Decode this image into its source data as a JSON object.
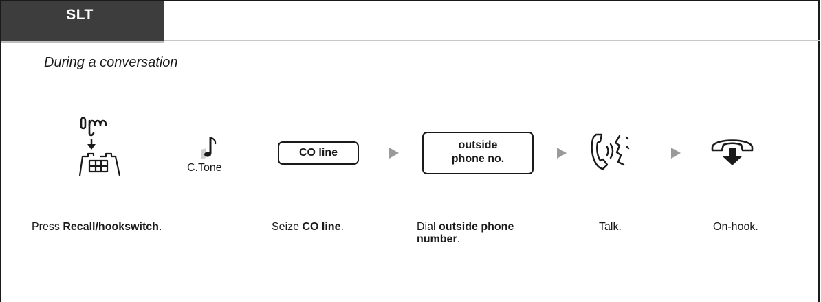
{
  "header": {
    "tab_label": "SLT",
    "context": "During a conversation"
  },
  "icons": {
    "recall": "recall-hookswitch-icon",
    "tone": "confirmation-tone-note-icon",
    "talk": "talk-handset-icon",
    "onhook": "on-hook-handset-icon",
    "arrow": "next-step-arrow-icon"
  },
  "tone_label": "C.Tone",
  "keys": {
    "co_line": "CO line",
    "outside_line1": "outside",
    "outside_line2": "phone no."
  },
  "steps": {
    "recall": {
      "pre": "Press ",
      "bold": "Recall/hookswitch",
      "post": "."
    },
    "seize": {
      "pre": "Seize ",
      "bold": "CO line",
      "post": "."
    },
    "dial": {
      "pre": "Dial ",
      "bold1": "outside phone",
      "bold2": "number",
      "post": "."
    },
    "talk": {
      "text": "Talk."
    },
    "onhook": {
      "text": "On-hook."
    }
  },
  "colors": {
    "tab_bg": "#3d3d3d",
    "arrow": "#9a9a9a"
  }
}
